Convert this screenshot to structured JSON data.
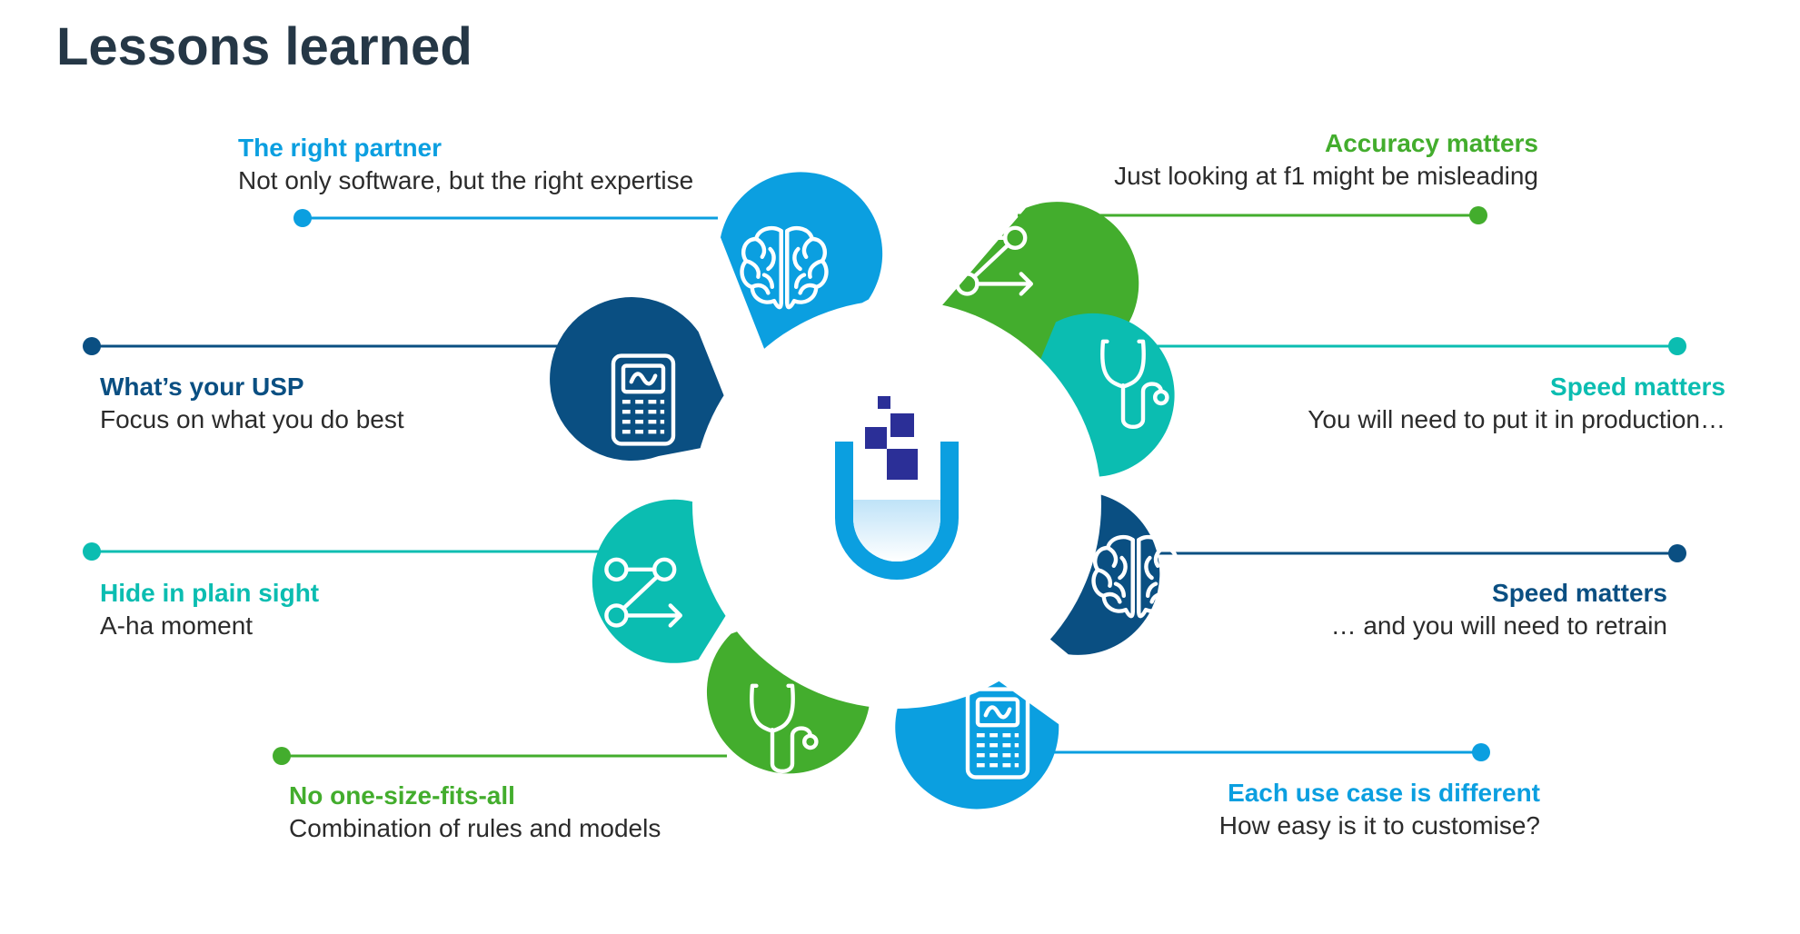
{
  "title": "Lessons learned",
  "colors": {
    "light_blue": "#0b9fe0",
    "green": "#43ad2d",
    "teal": "#0bbdb1",
    "dark_blue": "#0a4f82",
    "title": "#253746"
  },
  "center_logo": "U-shaped test tube logo with navy pixel blocks",
  "lessons": [
    {
      "heading": "The right partner",
      "text": "Not only software, but the right expertise",
      "color": "light_blue",
      "icon": "brain-icon"
    },
    {
      "heading": "Accuracy matters",
      "text": "Just looking at f1 might be misleading",
      "color": "green",
      "icon": "share-flow-icon"
    },
    {
      "heading": "What’s your USP",
      "text": "Focus on what you do best",
      "color": "dark_blue",
      "icon": "calculator-icon"
    },
    {
      "heading": "Speed matters",
      "text": "You will need to put it in production…",
      "color": "teal",
      "icon": "stethoscope-icon"
    },
    {
      "heading": "Hide in plain sight",
      "text": "A-ha moment",
      "color": "teal",
      "icon": "share-flow-icon"
    },
    {
      "heading": "Speed matters",
      "text": "… and you will need to retrain",
      "color": "dark_blue",
      "icon": "brain-icon"
    },
    {
      "heading": "No one-size-fits-all",
      "text": "Combination of rules and models",
      "color": "green",
      "icon": "stethoscope-icon"
    },
    {
      "heading": "Each use case is different",
      "text": "How easy is it to customise?",
      "color": "light_blue",
      "icon": "calculator-icon"
    }
  ]
}
